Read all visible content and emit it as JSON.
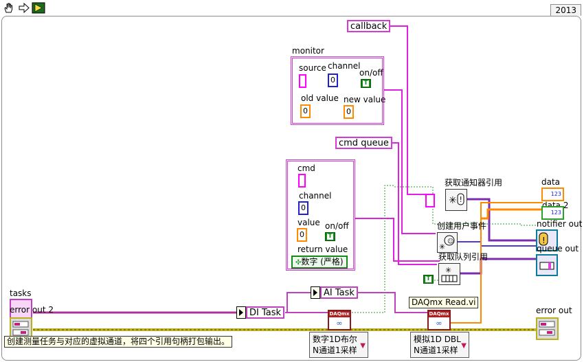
{
  "toolbar": {
    "tools": [
      "hand-icon",
      "arrow-icon",
      "run-icon"
    ]
  },
  "year_tab": "2013",
  "nodes": {
    "callback": "callback",
    "cmd_queue": "cmd queue",
    "ai_task": "AI Task",
    "di_task": "DI Task",
    "daqmx_read": "DAQmx Read.vi"
  },
  "monitor": {
    "title": "monitor",
    "source": "source",
    "channel": "channel",
    "onoff": "on/off",
    "old_value": "old value",
    "new_value": "new value",
    "old_value_num": "0",
    "new_value_num": "0",
    "channel_num": "0",
    "bool_text": "T"
  },
  "cmd": {
    "title": "cmd",
    "channel": "channel",
    "value": "value",
    "onoff": "on/off",
    "return_value": "return value",
    "channel_num": "0",
    "value_num": "0",
    "bool_text": "T",
    "typedef": "数字 (严格)"
  },
  "functions": {
    "notifier": "获取通知器引用",
    "user_event": "创建用户事件",
    "queue": "获取队列引用"
  },
  "outputs": {
    "data": "data",
    "data2": "data 2",
    "notifier_out": "notifier out",
    "queue_out": "queue out",
    "error_out": "error out",
    "dbl_label": "123"
  },
  "inputs": {
    "tasks": "tasks",
    "error_out_2": "error out 2"
  },
  "rings": {
    "digital": [
      "数字1D布尔",
      "N通道1采样"
    ],
    "analog": [
      "模拟1D DBL",
      "N通道1采样"
    ]
  },
  "note": "创建测量任务与对应的虚拟通道，将四个引用句柄打包输出。",
  "bool_const": "T"
}
